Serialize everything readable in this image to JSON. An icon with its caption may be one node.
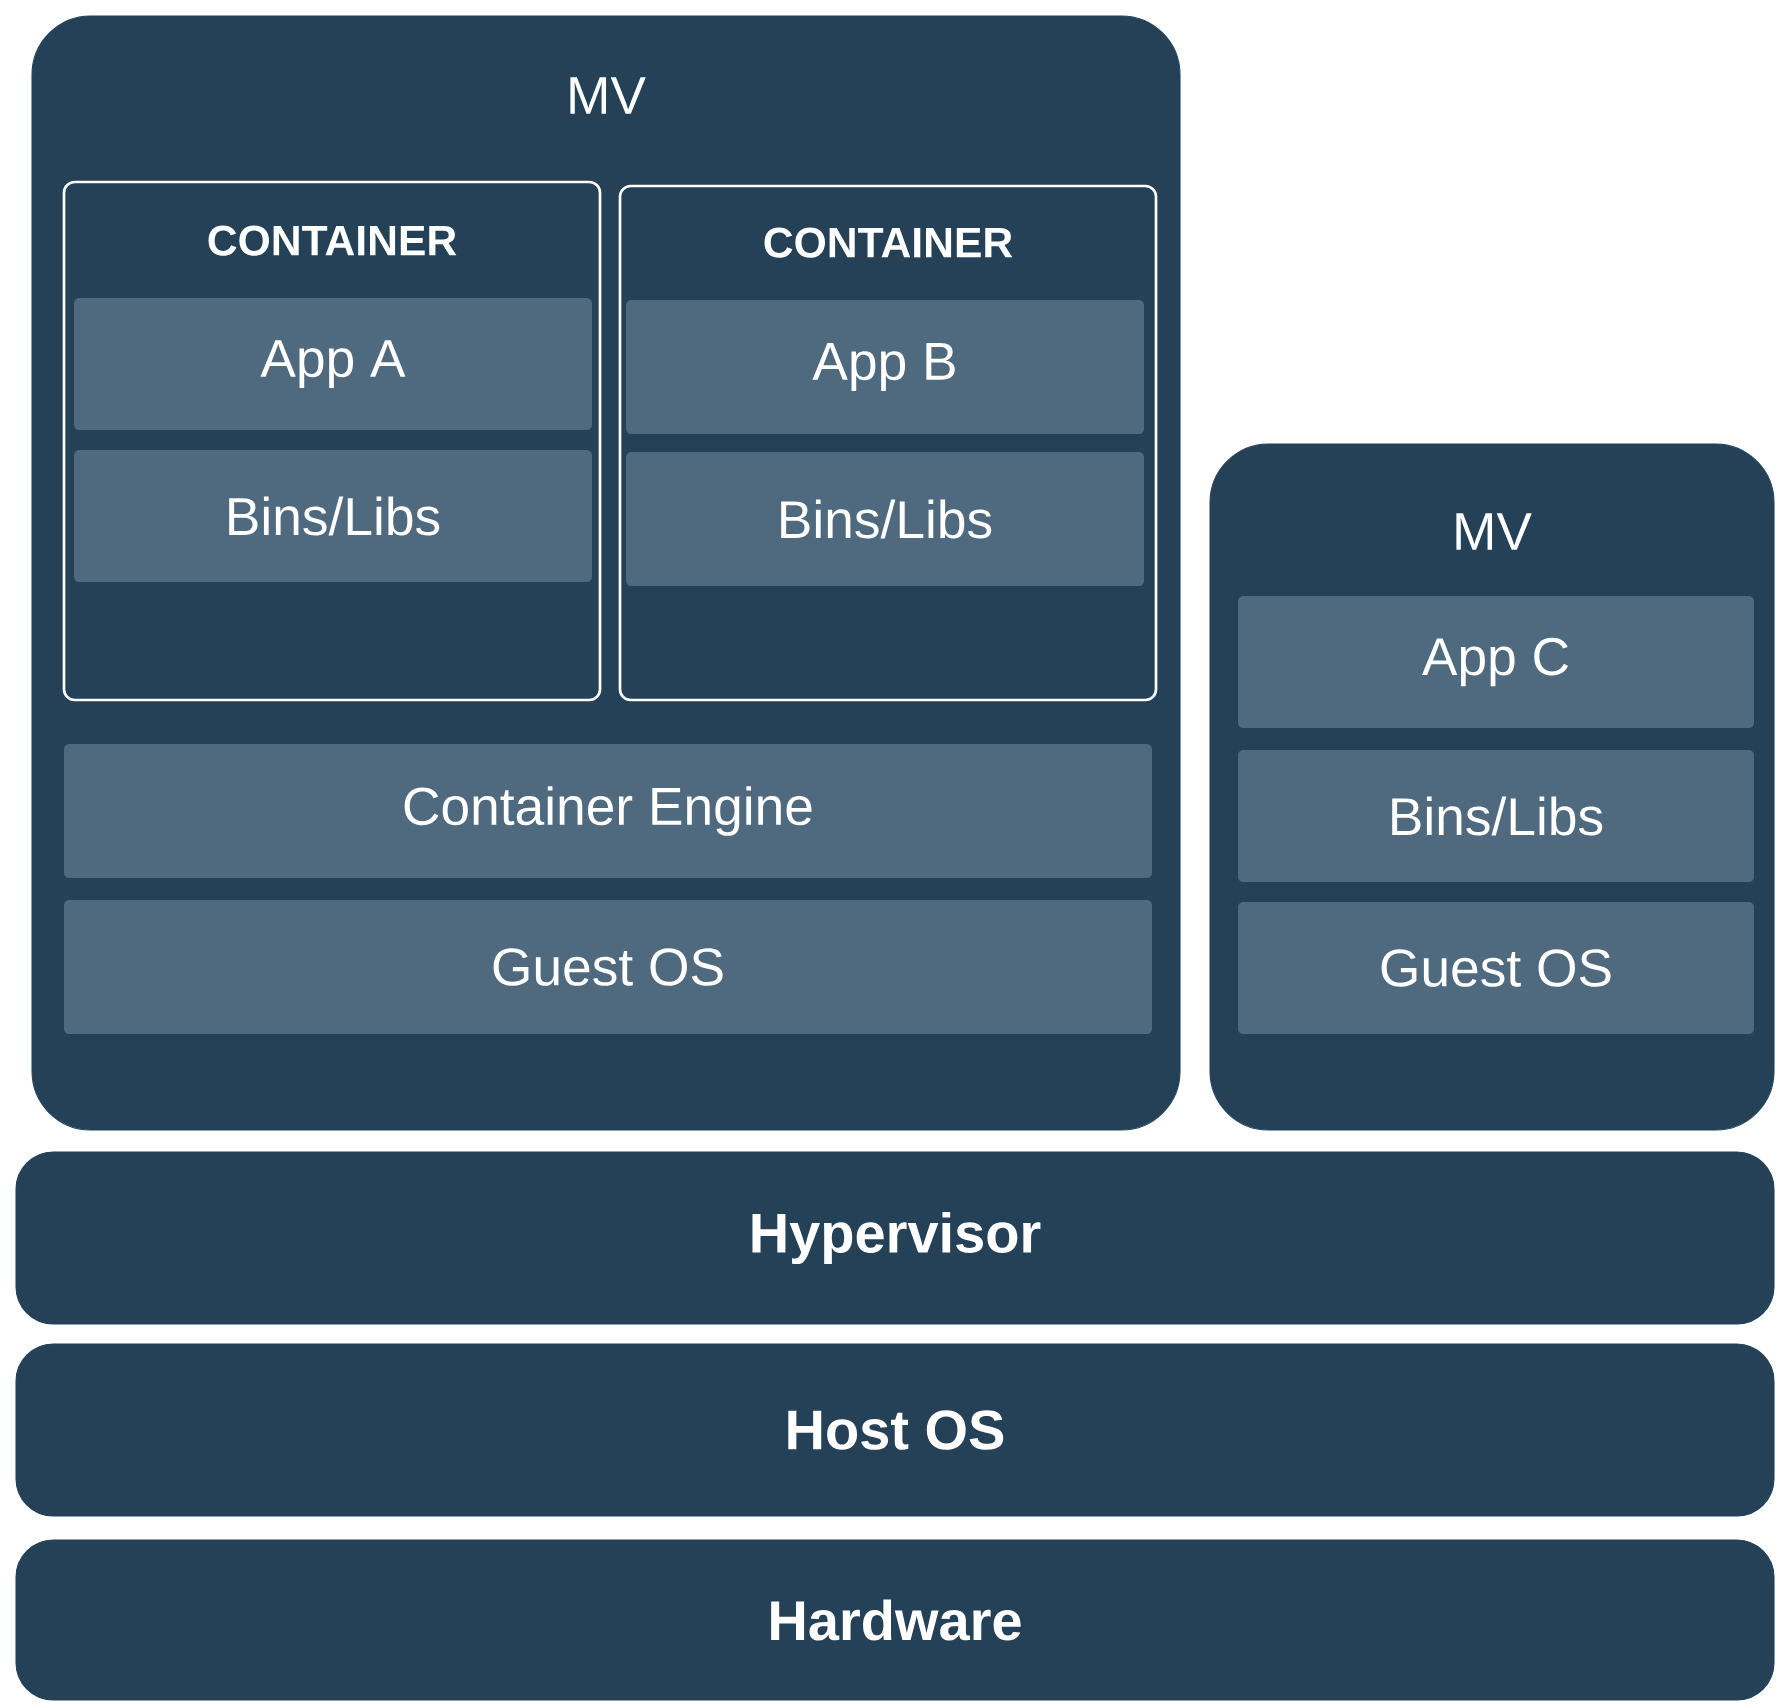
{
  "diagram": {
    "nodes": [
      {
        "text": [
          "MV"
        ]
      },
      {
        "text": [
          "CONTAINER"
        ],
        "in": 0
      },
      {
        "text": [
          "App  A"
        ],
        "in": 1
      },
      {
        "text": [
          "Bins/Libs"
        ],
        "in": 1
      },
      {
        "text": [
          "CONTAINER"
        ],
        "in": 0
      },
      {
        "text": [
          "App  B"
        ],
        "in": 4
      },
      {
        "text": [
          "Bins/Libs"
        ],
        "in": 4
      },
      {
        "text": [
          "Container Engine"
        ],
        "in": 0
      },
      {
        "text": [
          "Guest OS"
        ],
        "in": 0
      },
      {
        "text": [
          "MV"
        ]
      },
      {
        "text": [
          "App C"
        ],
        "in": 9
      },
      {
        "text": [
          "Bins/Libs"
        ],
        "in": 9
      },
      {
        "text": [
          "Guest OS"
        ],
        "in": 9
      },
      {
        "text": [
          "Hypervisor"
        ]
      },
      {
        "text": [
          "Host OS"
        ]
      },
      {
        "text": [
          "Hardware"
        ]
      }
    ]
  }
}
